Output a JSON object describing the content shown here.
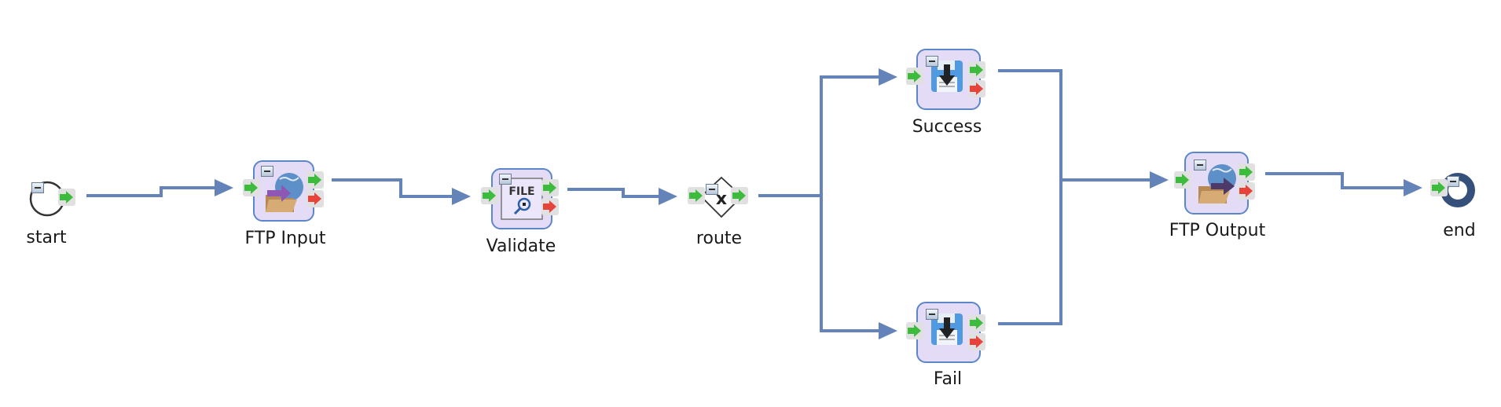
{
  "diagram": {
    "type": "workflow",
    "colors": {
      "connector": "#6383b9",
      "node_fill": "#e4dcf7",
      "node_border": "#5b86c9",
      "port_ok": "#3dbb3d",
      "port_error": "#e8433a",
      "end_ring": "#35507a"
    },
    "nodes": [
      {
        "id": "start",
        "label": "start",
        "kind": "start-event",
        "icon": "circle-icon"
      },
      {
        "id": "ftp_input",
        "label": "FTP Input",
        "kind": "task",
        "icon": "ftp-download-icon"
      },
      {
        "id": "validate",
        "label": "Validate",
        "kind": "task",
        "icon": "file-inspect-icon"
      },
      {
        "id": "route",
        "label": "route",
        "kind": "exclusive-gateway",
        "icon": "x-gateway-icon"
      },
      {
        "id": "success",
        "label": "Success",
        "kind": "task",
        "icon": "save-disk-icon"
      },
      {
        "id": "fail",
        "label": "Fail",
        "kind": "task",
        "icon": "save-disk-icon"
      },
      {
        "id": "ftp_output",
        "label": "FTP Output",
        "kind": "task",
        "icon": "ftp-upload-icon"
      },
      {
        "id": "end",
        "label": "end",
        "kind": "end-event",
        "icon": "ring-icon"
      }
    ],
    "edges": [
      {
        "from": "start",
        "to": "ftp_input"
      },
      {
        "from": "ftp_input",
        "to": "validate"
      },
      {
        "from": "validate",
        "to": "route"
      },
      {
        "from": "route",
        "to": "success"
      },
      {
        "from": "route",
        "to": "fail"
      },
      {
        "from": "success",
        "to": "ftp_output"
      },
      {
        "from": "fail",
        "to": "ftp_output"
      },
      {
        "from": "ftp_output",
        "to": "end"
      }
    ]
  }
}
